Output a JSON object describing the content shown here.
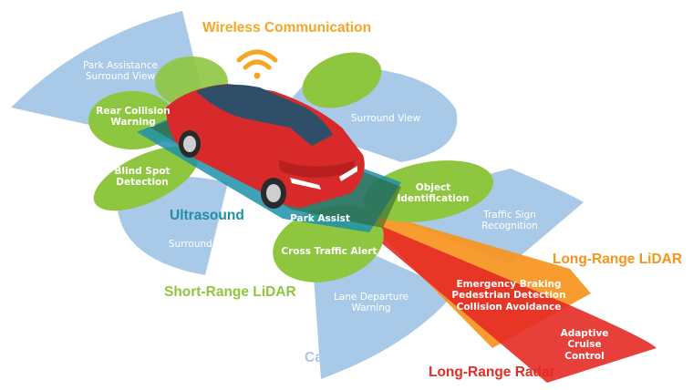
{
  "colors": {
    "camera": "#a9c9e8",
    "lidar_short": "#8ec63f",
    "ultrasound": "#1f8fa8",
    "wireless": "#f5a623",
    "lidar_long": "#f7941d",
    "radar": "#e42b25",
    "car": "#d82a2a"
  },
  "icons": {
    "wireless": "wifi-icon"
  },
  "categories": {
    "wireless": "Wireless Communication",
    "ultrasound": "Ultrasound",
    "short_lidar": "Short-Range LiDAR",
    "camera": "Camera",
    "long_lidar": "Long-Range LiDAR",
    "long_radar": "Long-Range Radar"
  },
  "labels": {
    "park_assistance": "Park Assistance\nSurround View",
    "rear_collision": "Rear Collision\nWarning",
    "surround_view_front": "Surround View",
    "blind_spot": "Blind Spot\nDetection",
    "object_id": "Object\nIdentification",
    "park_assist": "Park Assist",
    "traffic_sign": "Traffic Sign\nRecognition",
    "surround_view_left": "Surround View",
    "cross_traffic": "Cross Traffic Alert",
    "lane_departure": "Lane Departure\nWarning",
    "emergency": "Emergency Braking\nPedestrian Detection\nCollision Avoidance",
    "adaptive_cruise": "Adaptive\nCruise\nControl"
  }
}
